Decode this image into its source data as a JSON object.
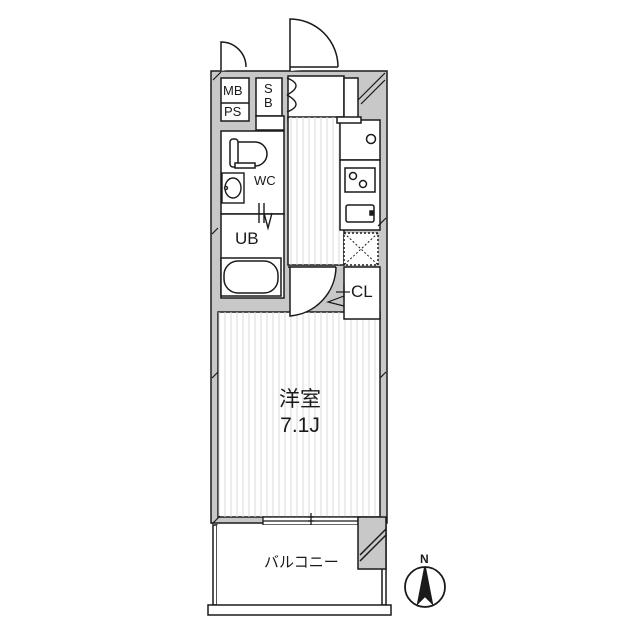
{
  "floor_plan": {
    "colors": {
      "wall_fill": "#c8c8c8",
      "line": "#1a1a1a",
      "background": "#ffffff",
      "floor_stripe": "#d9d9d9"
    },
    "rooms": [
      {
        "id": "mb",
        "label": "MB"
      },
      {
        "id": "ps",
        "label": "PS"
      },
      {
        "id": "sb",
        "label": "S\nB",
        "label_top": "S",
        "label_bottom": "B"
      },
      {
        "id": "wc",
        "label": "WC"
      },
      {
        "id": "ub",
        "label": "UB"
      },
      {
        "id": "cl",
        "label": "CL"
      },
      {
        "id": "western_room",
        "label": "洋室",
        "size": "7.1J"
      },
      {
        "id": "balcony",
        "label": "バルコニー"
      }
    ],
    "compass": {
      "label": "N",
      "icon": "north-arrow-icon"
    }
  }
}
